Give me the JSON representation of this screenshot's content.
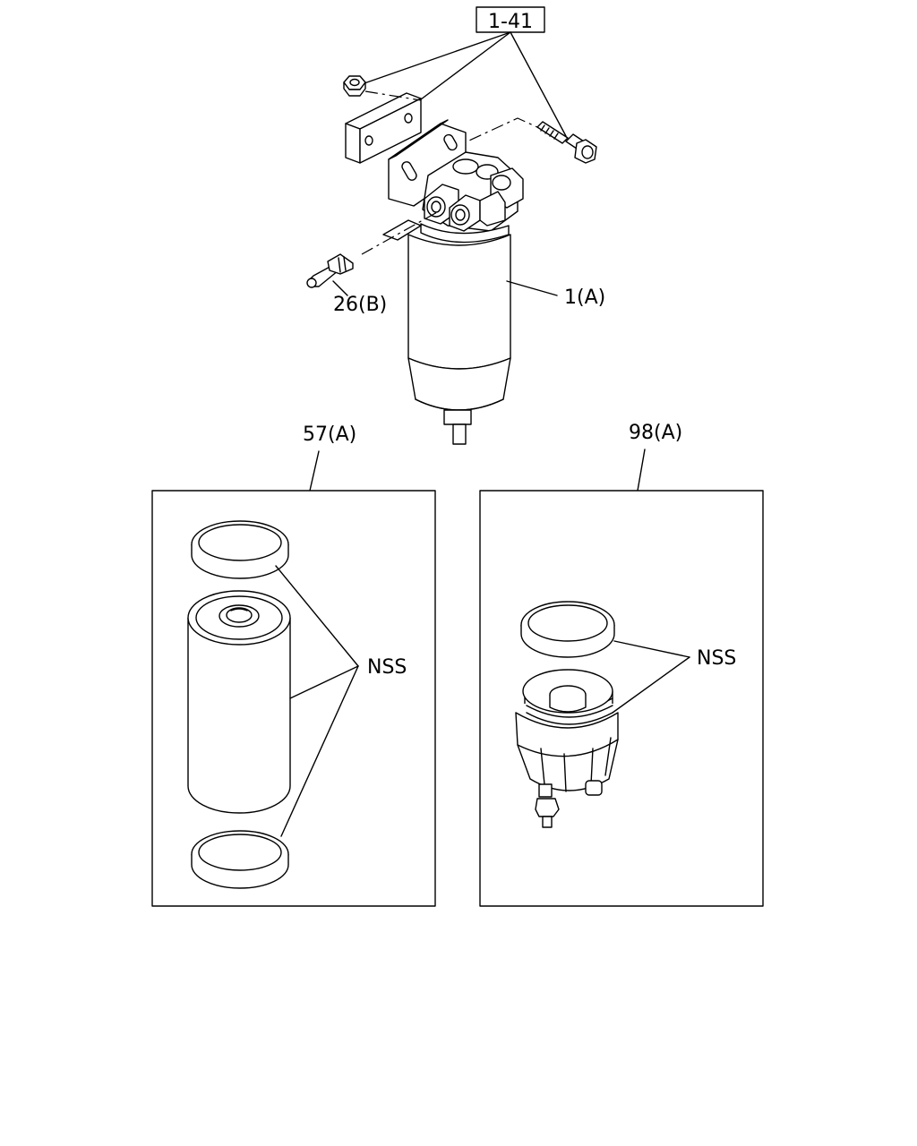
{
  "diagram": {
    "reference_box": "1-41",
    "callouts": {
      "assembly": "1(A)",
      "fitting": "26(B)",
      "element_kit": "57(A)",
      "bowl_kit": "98(A)"
    },
    "nss_label_left": "NSS",
    "nss_label_right": "NSS"
  }
}
